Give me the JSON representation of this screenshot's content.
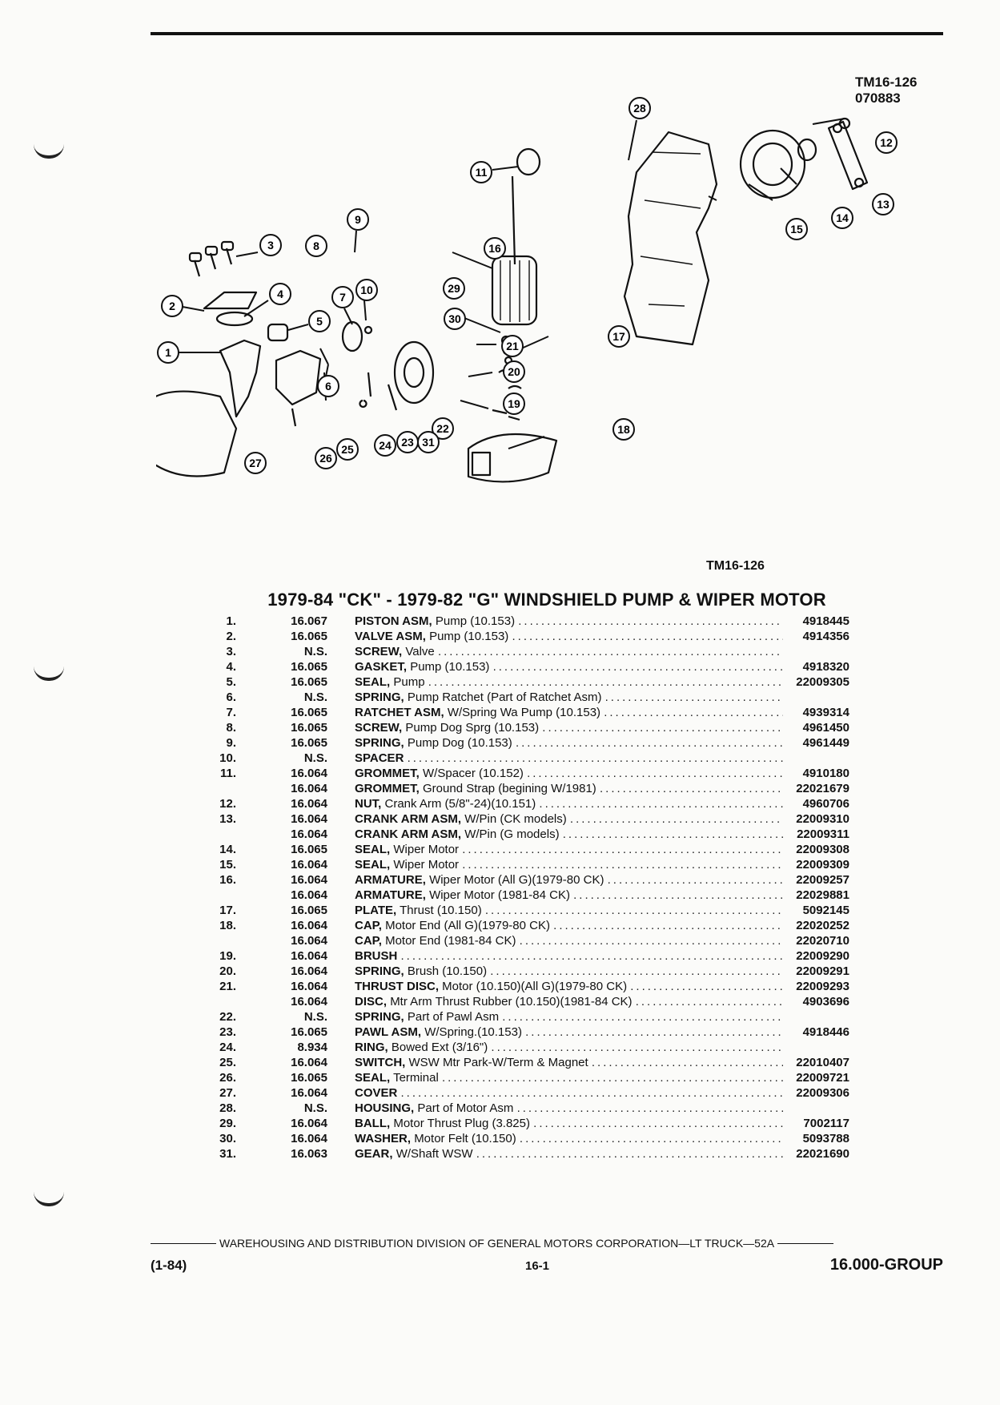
{
  "figure": {
    "id_top": "TM16-126",
    "date_code": "070883",
    "id_bottom": "TM16-126"
  },
  "callouts": [
    "1",
    "2",
    "3",
    "4",
    "5",
    "6",
    "7",
    "8",
    "9",
    "10",
    "11",
    "12",
    "13",
    "14",
    "15",
    "16",
    "17",
    "18",
    "19",
    "20",
    "21",
    "22",
    "23",
    "24",
    "25",
    "26",
    "27",
    "28",
    "29",
    "30",
    "31"
  ],
  "title": "1979-84 \"CK\" - 1979-82 \"G\" WINDSHIELD PUMP & WIPER MOTOR",
  "parts": [
    {
      "no": "1.",
      "group": "16.067",
      "name": "PISTON ASM,",
      "desc": "Pump (10.153)",
      "pn": "4918445"
    },
    {
      "no": "2.",
      "group": "16.065",
      "name": "VALVE ASM,",
      "desc": "Pump (10.153)",
      "pn": "4914356"
    },
    {
      "no": "3.",
      "group": "N.S.",
      "name": "SCREW,",
      "desc": "Valve",
      "pn": ""
    },
    {
      "no": "4.",
      "group": "16.065",
      "name": "GASKET,",
      "desc": "Pump (10.153)",
      "pn": "4918320"
    },
    {
      "no": "5.",
      "group": "16.065",
      "name": "SEAL,",
      "desc": "Pump",
      "pn": "22009305"
    },
    {
      "no": "6.",
      "group": "N.S.",
      "name": "SPRING,",
      "desc": "Pump Ratchet (Part of Ratchet Asm)",
      "pn": ""
    },
    {
      "no": "7.",
      "group": "16.065",
      "name": "RATCHET ASM,",
      "desc": "W/Spring Wa Pump (10.153)",
      "pn": "4939314"
    },
    {
      "no": "8.",
      "group": "16.065",
      "name": "SCREW,",
      "desc": "Pump Dog Sprg (10.153)",
      "pn": "4961450"
    },
    {
      "no": "9.",
      "group": "16.065",
      "name": "SPRING,",
      "desc": "Pump Dog (10.153)",
      "pn": "4961449"
    },
    {
      "no": "10.",
      "group": "N.S.",
      "name": "SPACER",
      "desc": "",
      "pn": ""
    },
    {
      "no": "11.",
      "group": "16.064",
      "name": "GROMMET,",
      "desc": "W/Spacer (10.152)",
      "pn": "4910180"
    },
    {
      "no": "",
      "group": "16.064",
      "name": "GROMMET,",
      "desc": "Ground Strap (begining W/1981)",
      "pn": "22021679"
    },
    {
      "no": "12.",
      "group": "16.064",
      "name": "NUT,",
      "desc": "Crank Arm (5/8\"-24)(10.151)",
      "pn": "4960706"
    },
    {
      "no": "13.",
      "group": "16.064",
      "name": "CRANK ARM ASM,",
      "desc": "W/Pin (CK models)",
      "pn": "22009310"
    },
    {
      "no": "",
      "group": "16.064",
      "name": "CRANK ARM ASM,",
      "desc": "W/Pin (G models)",
      "pn": "22009311"
    },
    {
      "no": "14.",
      "group": "16.065",
      "name": "SEAL,",
      "desc": "Wiper Motor",
      "pn": "22009308"
    },
    {
      "no": "15.",
      "group": "16.064",
      "name": "SEAL,",
      "desc": "Wiper Motor",
      "pn": "22009309"
    },
    {
      "no": "16.",
      "group": "16.064",
      "name": "ARMATURE,",
      "desc": "Wiper Motor (All G)(1979-80 CK)",
      "pn": "22009257"
    },
    {
      "no": "",
      "group": "16.064",
      "name": "ARMATURE,",
      "desc": "Wiper Motor (1981-84 CK)",
      "pn": "22029881"
    },
    {
      "no": "17.",
      "group": "16.065",
      "name": "PLATE,",
      "desc": "Thrust (10.150)",
      "pn": "5092145"
    },
    {
      "no": "18.",
      "group": "16.064",
      "name": "CAP,",
      "desc": "Motor End (All G)(1979-80 CK)",
      "pn": "22020252"
    },
    {
      "no": "",
      "group": "16.064",
      "name": "CAP,",
      "desc": "Motor End (1981-84 CK)",
      "pn": "22020710"
    },
    {
      "no": "19.",
      "group": "16.064",
      "name": "BRUSH",
      "desc": "",
      "pn": "22009290"
    },
    {
      "no": "20.",
      "group": "16.064",
      "name": "SPRING,",
      "desc": "Brush (10.150)",
      "pn": "22009291"
    },
    {
      "no": "21.",
      "group": "16.064",
      "name": "THRUST DISC,",
      "desc": "Motor (10.150)(All G)(1979-80 CK)",
      "pn": "22009293"
    },
    {
      "no": "",
      "group": "16.064",
      "name": "DISC,",
      "desc": "Mtr Arm Thrust Rubber (10.150)(1981-84 CK)",
      "pn": "4903696"
    },
    {
      "no": "22.",
      "group": "N.S.",
      "name": "SPRING,",
      "desc": "Part of Pawl Asm",
      "pn": ""
    },
    {
      "no": "23.",
      "group": "16.065",
      "name": "PAWL ASM,",
      "desc": "W/Spring.(10.153)",
      "pn": "4918446"
    },
    {
      "no": "24.",
      "group": "8.934",
      "name": "RING,",
      "desc": "Bowed Ext (3/16\")",
      "pn": ""
    },
    {
      "no": "25.",
      "group": "16.064",
      "name": "SWITCH,",
      "desc": "WSW Mtr Park-W/Term & Magnet",
      "pn": "22010407"
    },
    {
      "no": "26.",
      "group": "16.065",
      "name": "SEAL,",
      "desc": "Terminal",
      "pn": "22009721"
    },
    {
      "no": "27.",
      "group": "16.064",
      "name": "COVER",
      "desc": "",
      "pn": "22009306"
    },
    {
      "no": "28.",
      "group": "N.S.",
      "name": "HOUSING,",
      "desc": "Part of Motor Asm",
      "pn": ""
    },
    {
      "no": "29.",
      "group": "16.064",
      "name": "BALL,",
      "desc": "Motor Thrust Plug (3.825)",
      "pn": "7002117"
    },
    {
      "no": "30.",
      "group": "16.064",
      "name": "WASHER,",
      "desc": "Motor Felt (10.150)",
      "pn": "5093788"
    },
    {
      "no": "31.",
      "group": "16.063",
      "name": "GEAR,",
      "desc": "W/Shaft WSW",
      "pn": "22021690"
    }
  ],
  "footer": {
    "line": "WAREHOUSING AND DISTRIBUTION DIVISION OF GENERAL MOTORS CORPORATION—LT TRUCK—52A",
    "date": "(1-84)",
    "page": "16-1",
    "group": "16.000-GROUP"
  }
}
